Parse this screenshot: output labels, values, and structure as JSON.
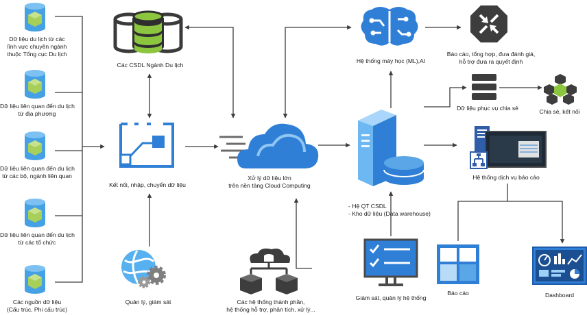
{
  "sources": [
    {
      "label_lines": [
        "Dữ liệu du lịch từ các",
        "lĩnh vực chuyên ngành",
        "thuộc Tổng cục Du lịch"
      ]
    },
    {
      "label_lines": [
        "Dữ liệu liên quan đến du lịch",
        "từ địa phương"
      ]
    },
    {
      "label_lines": [
        "Dữ liệu liên quan đến du lịch",
        "từ các bộ, ngành liên quan"
      ]
    },
    {
      "label_lines": [
        "Dữ liệu liên quan đến du lịch",
        "từ các tổ chức"
      ]
    },
    {
      "label_lines": [
        "Các nguồn dữ liệu",
        "(Cấu trúc, Phi cấu trúc)"
      ]
    }
  ],
  "nodes": {
    "tourism_db": {
      "label": "Các CSDL Ngành Du lịch"
    },
    "connect": {
      "label": "Kết nối, nhập,  chuyển dữ liệu"
    },
    "manage": {
      "label": "Quản lý, giám sát"
    },
    "cloud": {
      "label_lines": [
        "Xử lý dữ liệu lớn",
        "trên nền tảng Cloud Computing"
      ]
    },
    "subsystems": {
      "label_lines": [
        "Các hệ thống thành phần,",
        "hệ thống hỗ trợ, phân tích, xử lý..."
      ]
    },
    "ml": {
      "label": "Hệ thống máy học (ML),AI"
    },
    "server": {
      "label_lines": [
        "- Hệ QT CSDL",
        "- Kho dữ liệu (Data warehouse)"
      ]
    },
    "monitor": {
      "label": "Giám sát, quản lý hệ thống"
    },
    "decision": {
      "label_lines": [
        "Báo cáo, tổng hợp, đưa đánh giá,",
        "hỗ trợ đưa ra quyết định"
      ]
    },
    "shared_data": {
      "label": "Dữ liệu phục vụ chia sẻ"
    },
    "share": {
      "label": "Chia sẻ, kết nối"
    },
    "report_system": {
      "label": "Hệ thống dịch vụ báo cáo"
    },
    "report": {
      "label": "Báo cáo"
    },
    "dashboard": {
      "label": "Dashboard"
    }
  },
  "colors": {
    "line": "#3c3c3c",
    "blue": "#2f7fd6",
    "light_blue": "#5aa6e6",
    "green": "#8cc63f",
    "dark": "#454545",
    "teal": "#3a8ea8"
  }
}
